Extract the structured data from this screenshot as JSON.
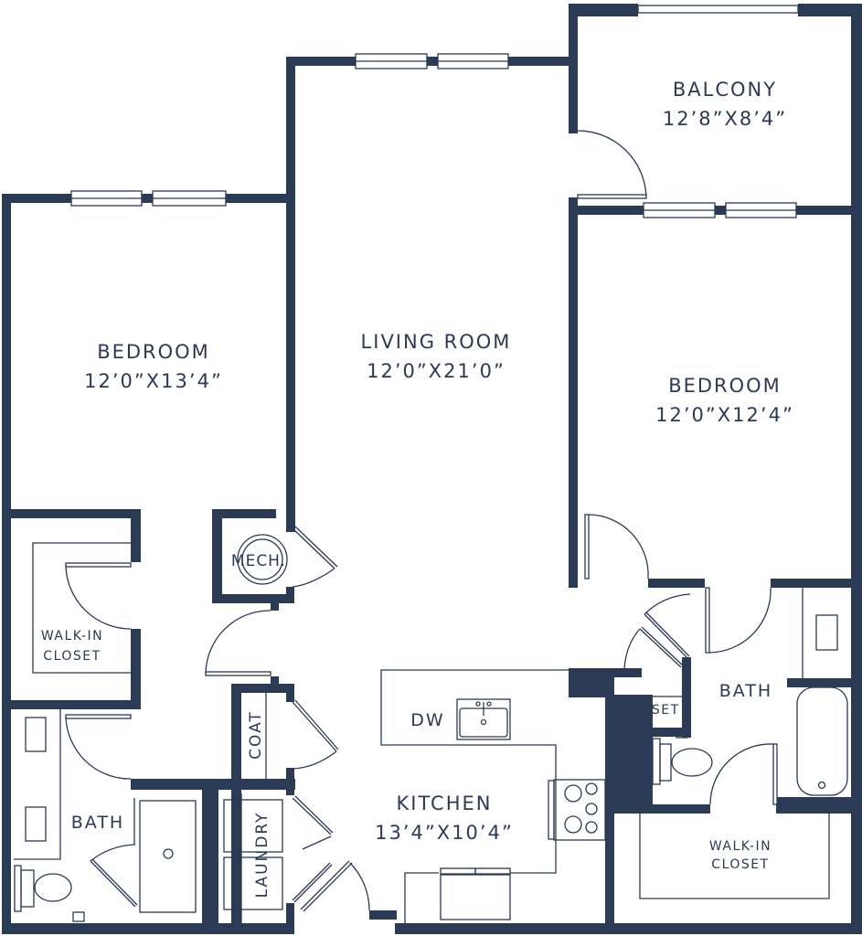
{
  "floorplan": {
    "colors": {
      "wall": "#2b3a55",
      "background": "#ffffff"
    },
    "rooms": {
      "balcony": {
        "name": "BALCONY",
        "dims": "12’8”X8’4”"
      },
      "living": {
        "name": "LIVING ROOM",
        "dims": "12’0”X21’0”"
      },
      "bedroom_left": {
        "name": "BEDROOM",
        "dims": "12’0”X13’4”"
      },
      "bedroom_right": {
        "name": "BEDROOM",
        "dims": "12’0”X12’4”"
      },
      "kitchen": {
        "name": "KITCHEN",
        "dims": "13’4”X10’4”"
      },
      "walkin_left": {
        "line1": "WALK-IN",
        "line2": "CLOSET"
      },
      "walkin_right": {
        "line1": "WALK-IN",
        "line2": "CLOSET"
      },
      "bath_left": {
        "name": "BATH"
      },
      "bath_right": {
        "name": "BATH"
      },
      "mech": {
        "name": "MECH."
      },
      "coat": {
        "name": "COAT"
      },
      "laundry": {
        "name": "LAUNDRY"
      },
      "closet": {
        "name": "CLOSET"
      },
      "dw": {
        "name": "DW"
      }
    }
  }
}
